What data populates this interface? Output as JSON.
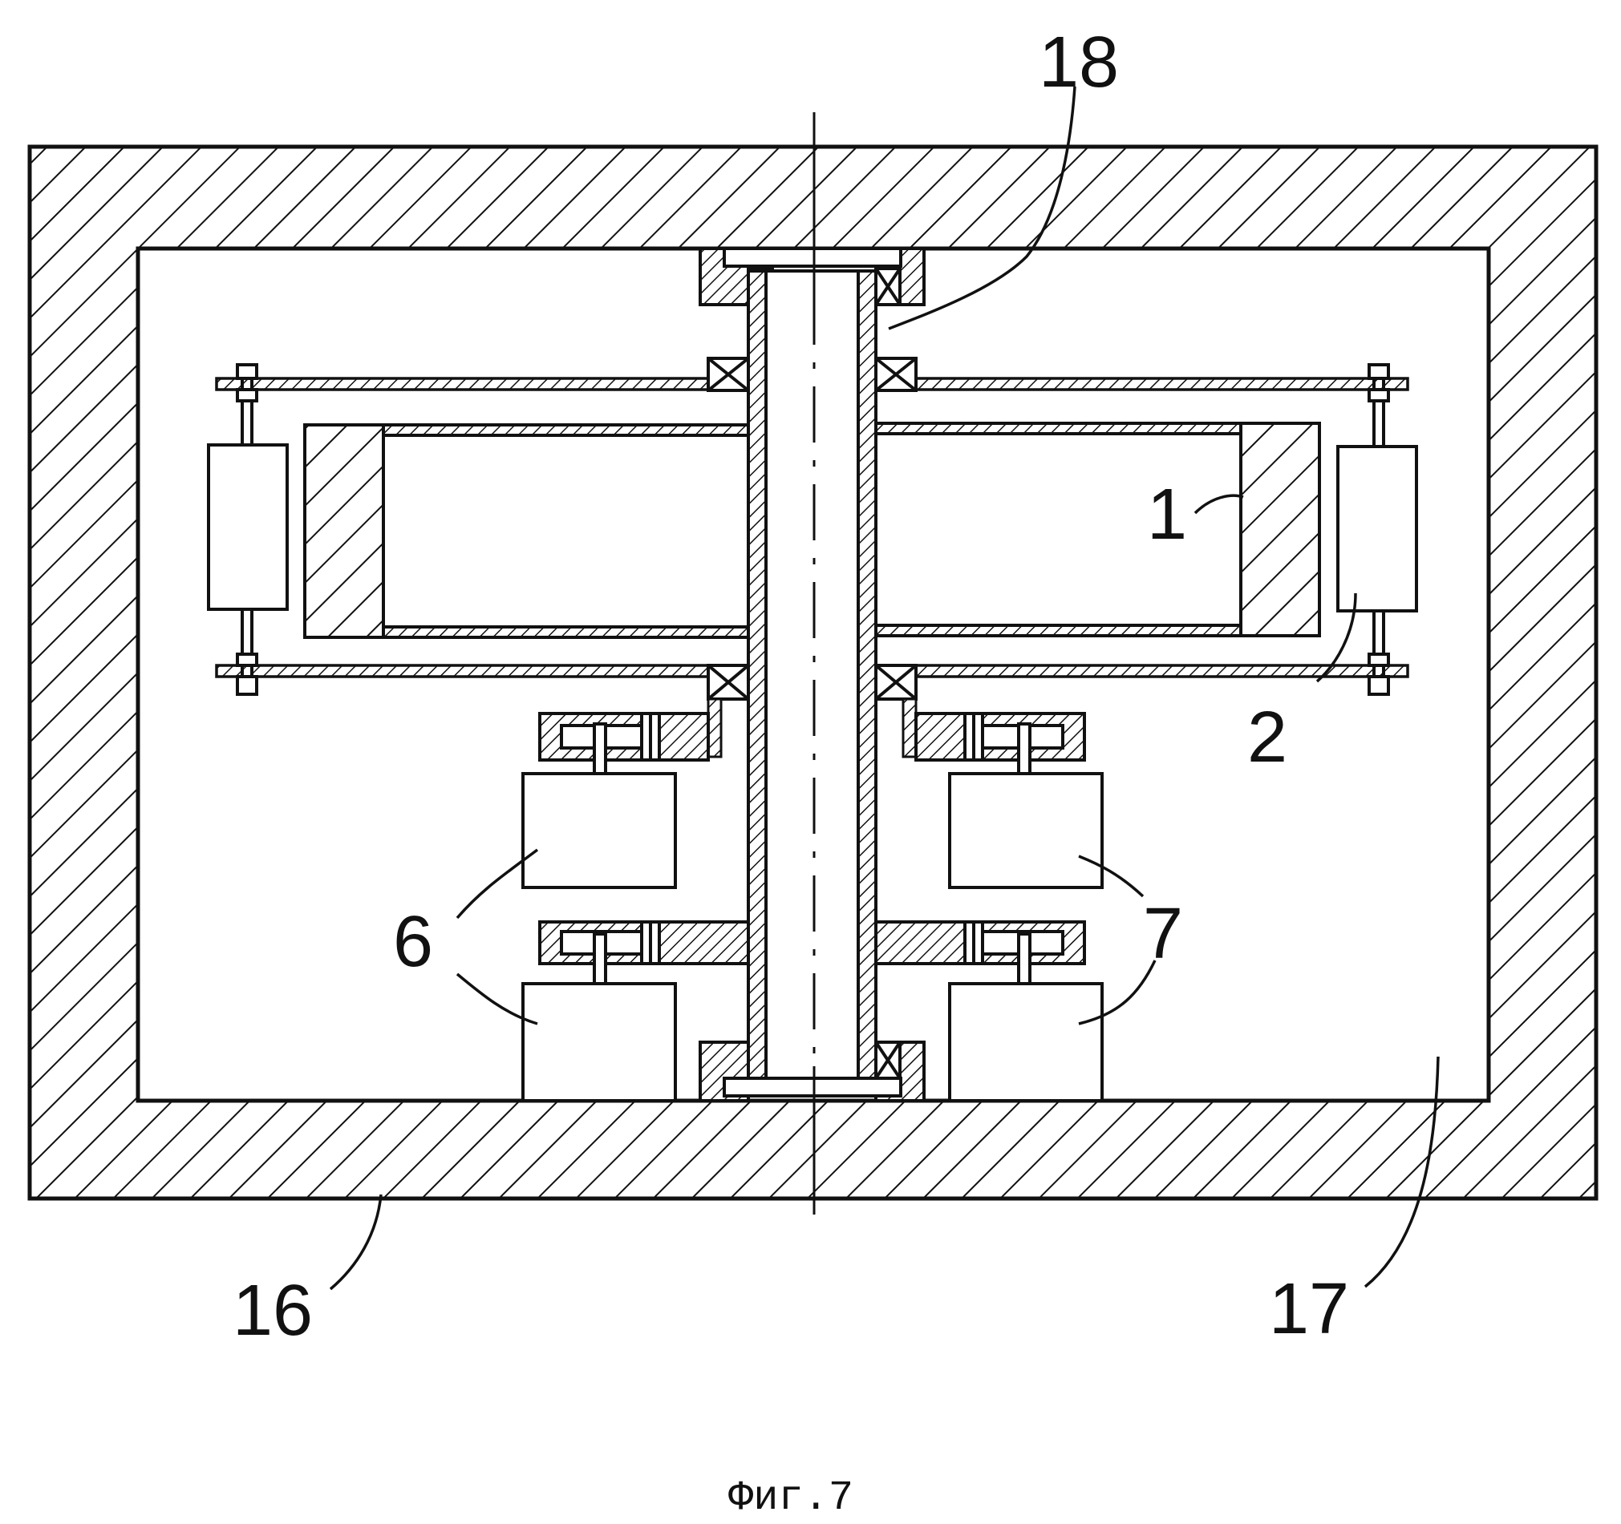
{
  "figure": {
    "caption": "Фиг.7",
    "labels": {
      "l1": "1",
      "l2": "2",
      "l6": "6",
      "l7": "7",
      "l16": "16",
      "l17": "17",
      "l18": "18"
    }
  },
  "colors": {
    "ink": "#111111",
    "paper": "#ffffff"
  }
}
